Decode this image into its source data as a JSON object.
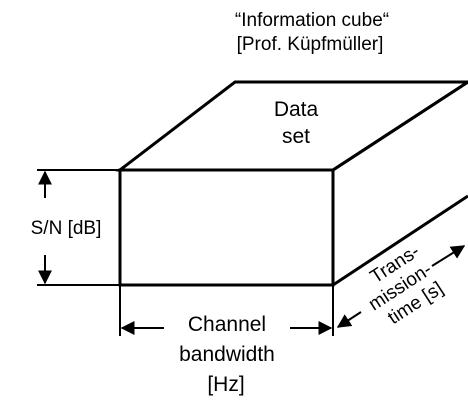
{
  "title": {
    "line1": "“Information cube“",
    "line2": "[Prof. Küpfmüller]"
  },
  "cube": {
    "top_face_label": {
      "line1": "Data",
      "line2": "set"
    }
  },
  "axes": {
    "snr": "S/N [dB]",
    "bandwidth": {
      "line1": "Channel",
      "line2": "bandwidth",
      "line3": "[Hz]"
    },
    "time": {
      "line1": "Trans-",
      "line2": "mission-",
      "line3": "time [s]"
    }
  },
  "colors": {
    "stroke": "#000000",
    "text": "#000000",
    "background": "#ffffff"
  }
}
